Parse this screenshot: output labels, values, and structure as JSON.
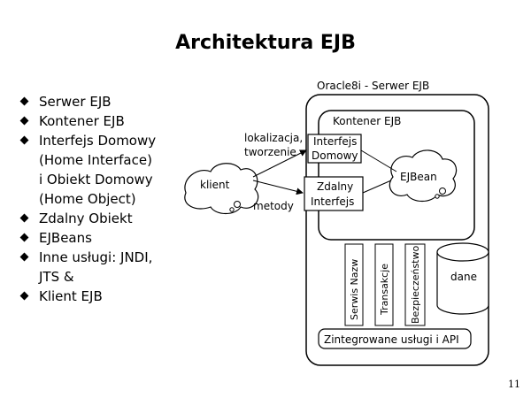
{
  "slide": {
    "title": "Architektura EJB",
    "page_number": "11"
  },
  "bullets": [
    [
      "Serwer EJB"
    ],
    [
      "Kontener EJB"
    ],
    [
      "Interfejs Domowy",
      "(Home Interface)",
      "i Obiekt Domowy",
      "(Home Object)"
    ],
    [
      "Zdalny Obiekt"
    ],
    [
      "EJBeans"
    ],
    [
      "Inne usługi: JNDI,",
      "JTS &"
    ],
    [
      "Klient EJB"
    ]
  ],
  "diagram": {
    "server_label": "Oracle8i - Serwer EJB",
    "container_label": "Kontener EJB",
    "client_label": "klient",
    "lokalizacja_label": "lokalizacja,",
    "tworzenie_label": "tworzenie",
    "metody_label": "metody",
    "home_interface_label": [
      "Interfejs",
      "Domowy"
    ],
    "remote_interface_label": [
      "Zdalny",
      "Interfejs"
    ],
    "ejbean_label": "EJBean",
    "service_naming_label": "Serwis Nazw",
    "service_transactions_label": "Transakcje",
    "service_security_label": "Bezpieczeństwo",
    "data_label": "dane",
    "integrated_services_label": "Zintegrowane usługi i API"
  }
}
